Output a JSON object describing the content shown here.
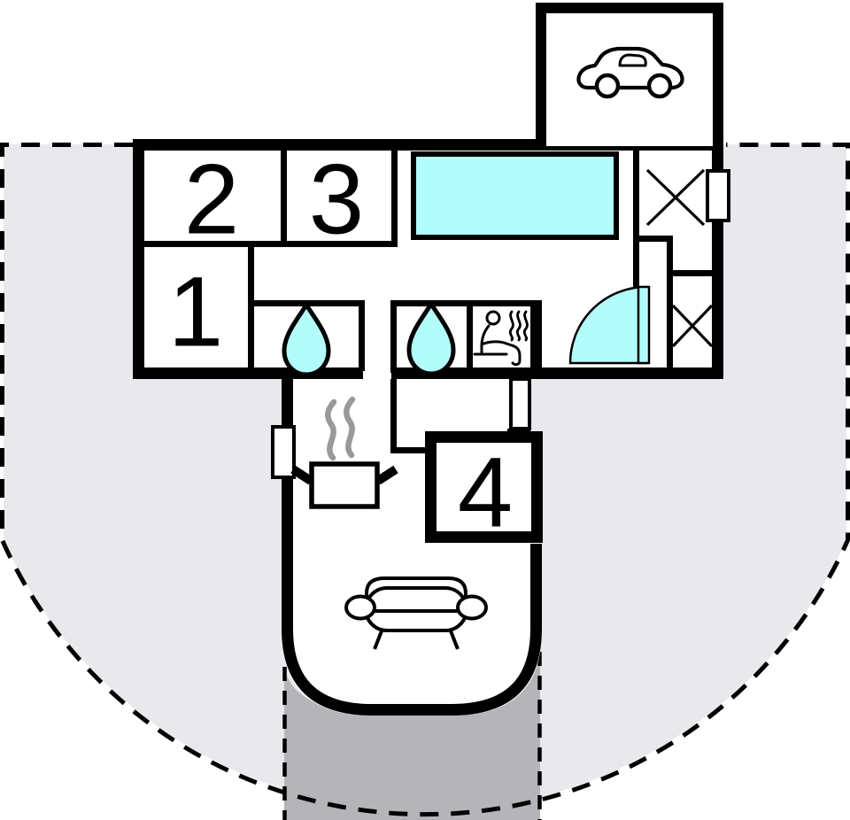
{
  "plan": {
    "type": "holiday-home-floor-plan",
    "rooms": [
      {
        "label": "1"
      },
      {
        "label": "2"
      },
      {
        "label": "3"
      },
      {
        "label": "4"
      }
    ],
    "icons": [
      "car-icon",
      "swimming-pool",
      "water-drop-icon",
      "water-drop-icon",
      "sauna-person-icon",
      "door-swing-icon",
      "window-x-icon",
      "window-x-icon",
      "cooking-pot-icon",
      "steam-icon",
      "sofa-icon"
    ],
    "wall_opening_markers": 3
  },
  "colors": {
    "wall": "#000000",
    "water": "#b3fcfc",
    "garden": "#e9e9ed",
    "driveway": "#b5b5b9",
    "steam": "#999999",
    "background": "#ffffff"
  }
}
